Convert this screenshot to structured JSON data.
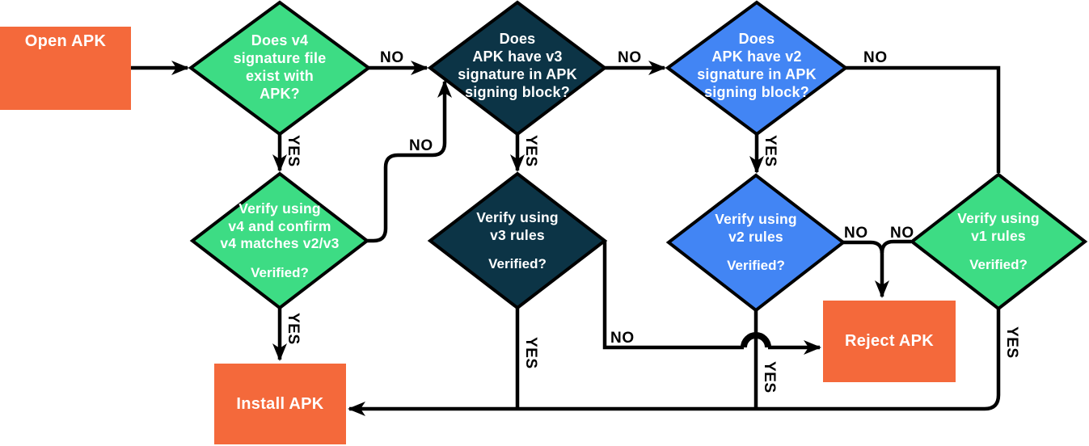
{
  "title": "APK signature verification flowchart",
  "colors": {
    "green": "#3ddc84",
    "navy": "#0c3446",
    "blue": "#4285f4",
    "orange": "#f4693b",
    "line": "#000000",
    "background": "#ffffff"
  },
  "nodes": {
    "open": {
      "label": "Open APK"
    },
    "q_v4": {
      "label": "Does v4\nsignature file\nexist with\nAPK?"
    },
    "q_v3": {
      "label": "Does\nAPK have v3\nsignature in APK\nsigning block?"
    },
    "q_v2": {
      "label": "Does\nAPK have v2\nsignature in APK\nsigning block?"
    },
    "verify_v4": {
      "label": "Verify using\nv4 and confirm\nv4 matches v2/v3",
      "question": "Verified?"
    },
    "verify_v3": {
      "label": "Verify using\nv3 rules",
      "question": "Verified?"
    },
    "verify_v2": {
      "label": "Verify using\nv2 rules",
      "question": "Verified?"
    },
    "verify_v1": {
      "label": "Verify using\nv1 rules",
      "question": "Verified?"
    },
    "install": {
      "label": "Install APK"
    },
    "reject": {
      "label": "Reject APK"
    }
  },
  "edges": {
    "q_v4_no": "NO",
    "q_v4_yes": "YES",
    "q_v3_no": "NO",
    "q_v3_yes": "YES",
    "q_v2_no": "NO",
    "q_v2_yes": "YES",
    "verify_v4_no": "NO",
    "verify_v4_yes": "YES",
    "verify_v3_no": "NO",
    "verify_v3_yes": "YES",
    "verify_v2_no": "NO",
    "verify_v2_yes": "YES",
    "verify_v1_no": "NO",
    "verify_v1_yes": "YES"
  }
}
